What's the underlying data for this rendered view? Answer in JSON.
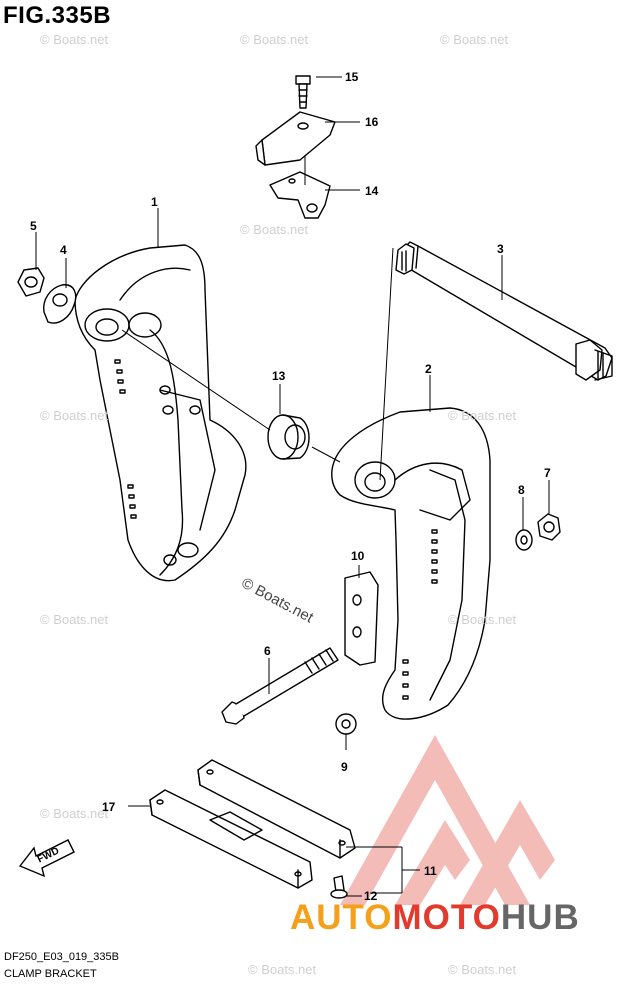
{
  "figure": {
    "title": "FIG.335B",
    "code": "DF250_E03_019_335B",
    "caption": "CLAMP BRACKET"
  },
  "watermark": "© Boats.net",
  "brand": {
    "part1": "AUTO",
    "part2": "MOTO",
    "part3": "HUB",
    "colors": {
      "auto": "#f4a01b",
      "moto": "#e23a2c",
      "hub": "#666666",
      "logo": "#f2b5b0"
    }
  },
  "fwd_label": "FWD",
  "callouts": [
    {
      "id": "c1",
      "label": "1"
    },
    {
      "id": "c2",
      "label": "2"
    },
    {
      "id": "c3",
      "label": "3"
    },
    {
      "id": "c4",
      "label": "4"
    },
    {
      "id": "c5",
      "label": "5"
    },
    {
      "id": "c6",
      "label": "6"
    },
    {
      "id": "c7",
      "label": "7"
    },
    {
      "id": "c8",
      "label": "8"
    },
    {
      "id": "c9",
      "label": "9"
    },
    {
      "id": "c10",
      "label": "10"
    },
    {
      "id": "c11",
      "label": "11"
    },
    {
      "id": "c12",
      "label": "12"
    },
    {
      "id": "c13",
      "label": "13"
    },
    {
      "id": "c14",
      "label": "14"
    },
    {
      "id": "c15",
      "label": "15"
    },
    {
      "id": "c16",
      "label": "16"
    },
    {
      "id": "c17",
      "label": "17"
    }
  ]
}
